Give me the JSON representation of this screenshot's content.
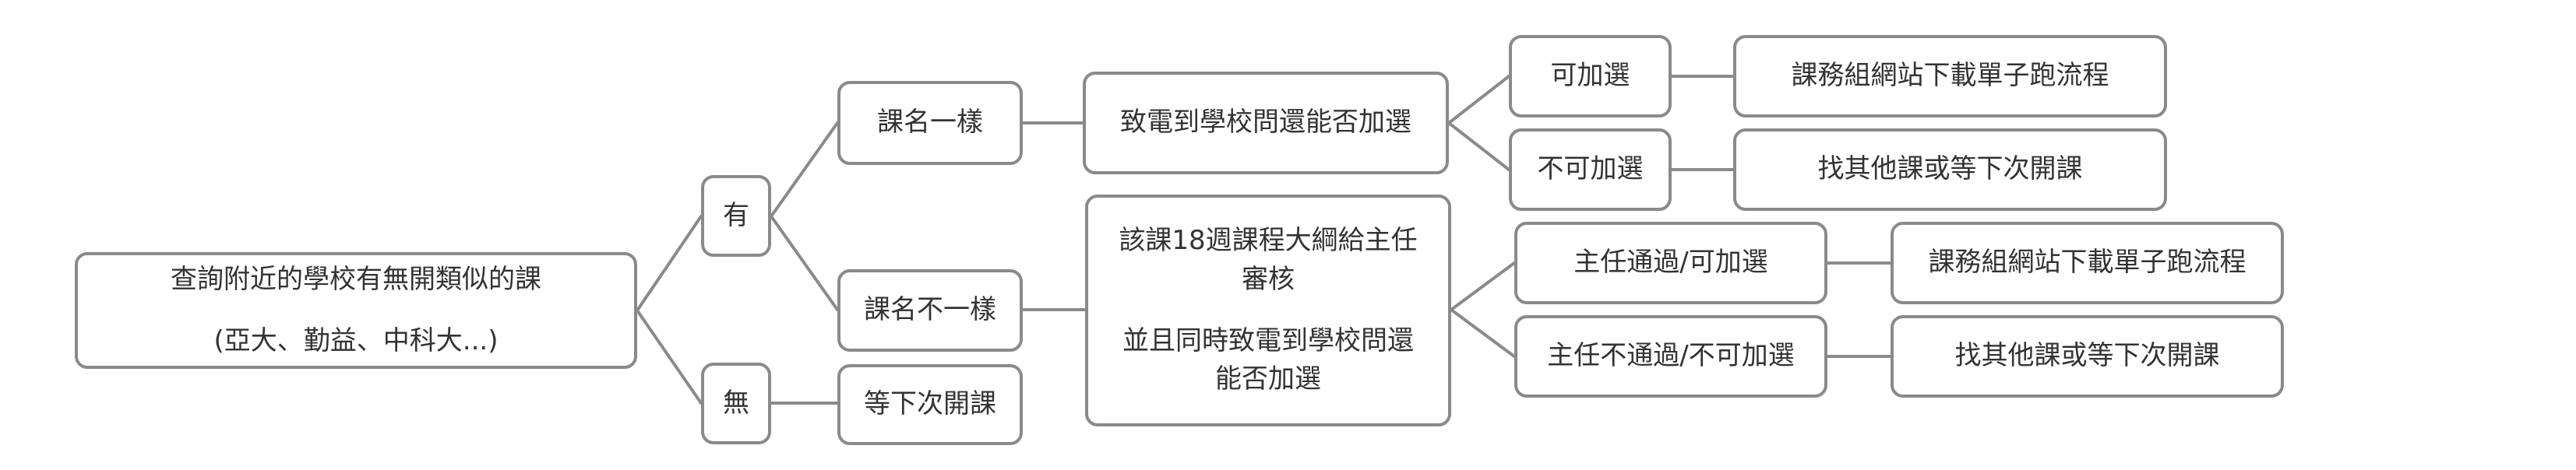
{
  "diagram": {
    "root": {
      "line1": "查詢附近的學校有無開類似的課",
      "line2": "(亞大、勤益、中科大...)"
    },
    "yes": {
      "label": "有",
      "same_name": {
        "label": "課名一樣",
        "action": "致電到學校問還能否加選",
        "can_add": {
          "label": "可加選",
          "result": "課務組網站下載單子跑流程"
        },
        "cannot_add": {
          "label": "不可加選",
          "result": "找其他課或等下次開課"
        }
      },
      "diff_name": {
        "label": "課名不一樣",
        "action": {
          "line1": "該課18週課程大綱給主任",
          "line2": "審核",
          "line3": "並且同時致電到學校問還",
          "line4": "能否加選"
        },
        "pass": {
          "label": "主任通過/可加選",
          "result": "課務組網站下載單子跑流程"
        },
        "fail": {
          "label": "主任不通過/不可加選",
          "result": "找其他課或等下次開課"
        }
      }
    },
    "no": {
      "label": "無",
      "result": "等下次開課"
    }
  }
}
